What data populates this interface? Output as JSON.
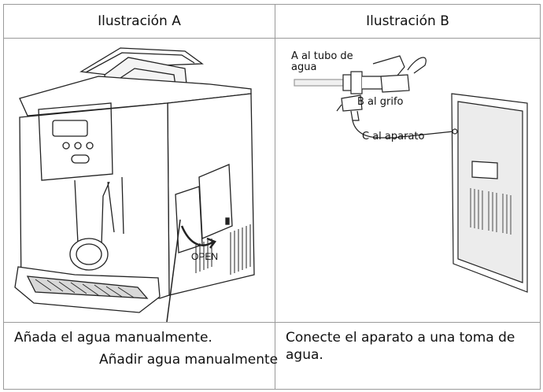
{
  "headers": {
    "left": "Ilustración A",
    "right": "Ilustración B"
  },
  "illustration_a": {
    "open_label": "OPEN",
    "caption": "Añadir agua manualmente"
  },
  "illustration_b": {
    "label_a_line1": "A al tubo de",
    "label_a_line2": "agua",
    "label_b": "B al grifo",
    "label_c": "C al aparato"
  },
  "captions": {
    "left": "Añada el agua manualmente.",
    "right": "Conecte el aparato a una toma de agua."
  }
}
